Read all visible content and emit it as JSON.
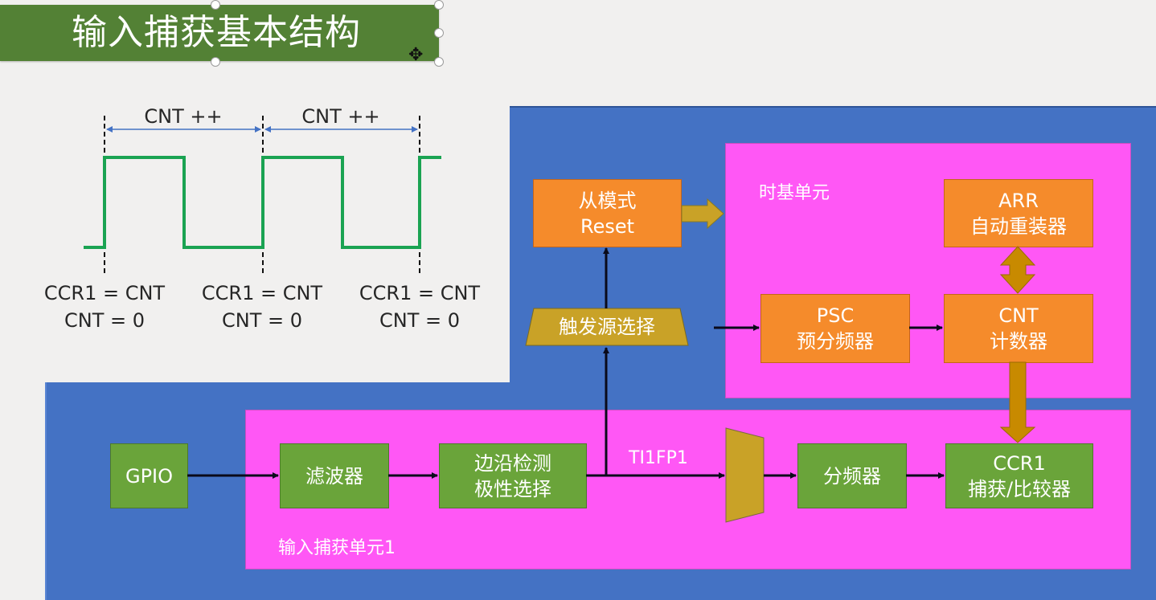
{
  "title": "输入捕获基本结构",
  "waveform": {
    "interval_label": "CNT ++",
    "intervals": [
      "CNT ++",
      "CNT ++"
    ],
    "events": [
      {
        "line1": "CCR1 = CNT",
        "line2": "CNT = 0"
      },
      {
        "line1": "CCR1 = CNT",
        "line2": "CNT = 0"
      },
      {
        "line1": "CCR1 = CNT",
        "line2": "CNT = 0"
      }
    ],
    "signal_color": "#1aa352",
    "signal_levels": [
      0,
      1,
      0,
      1,
      0,
      1
    ]
  },
  "diagram": {
    "timebase_label": "时基单元",
    "input_capture_label": "输入捕获单元1",
    "slave_mode": {
      "line1": "从模式",
      "line2": "Reset"
    },
    "trigger_select": "触发源选择",
    "arr": {
      "line1": "ARR",
      "line2": "自动重装器"
    },
    "psc": {
      "line1": "PSC",
      "line2": "预分频器"
    },
    "cnt": {
      "line1": "CNT",
      "line2": "计数器"
    },
    "gpio": "GPIO",
    "filter": "滤波器",
    "edge_detect": {
      "line1": "边沿检测",
      "line2": "极性选择"
    },
    "signal_name": "TI1FP1",
    "prescaler": "分频器",
    "ccr1": {
      "line1": "CCR1",
      "line2": "捕获/比较器"
    }
  },
  "colors": {
    "title_bg": "#538135",
    "panel_blue": "#4472c4",
    "region_pink": "#ff57f5",
    "block_orange": "#f58b2b",
    "block_green": "#6aa43a",
    "mux_gold": "#c9a227",
    "bus_arrow": "#c88a00"
  }
}
